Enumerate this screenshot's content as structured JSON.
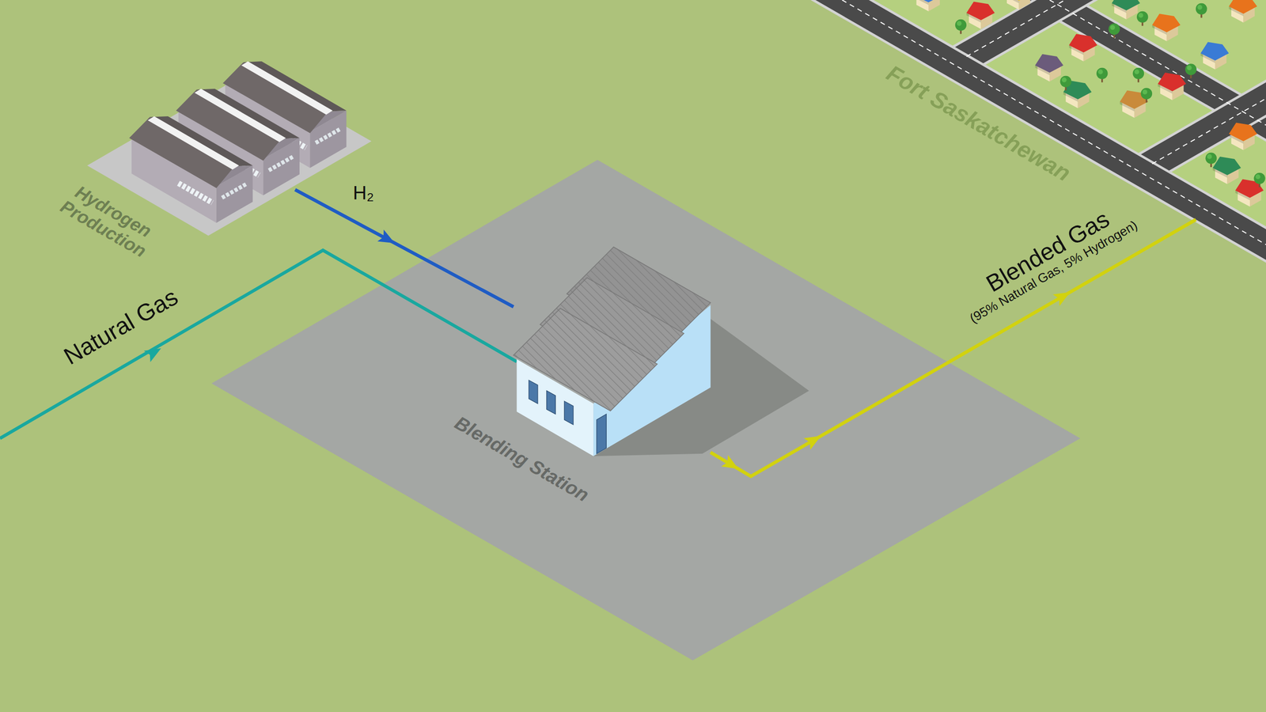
{
  "diagram": {
    "nodes": [
      {
        "text": [
          "Hydrogen Production"
        ]
      },
      {
        "text": [
          "Blending Station"
        ]
      },
      {
        "text": [
          "Fort Saskatchewan"
        ]
      }
    ],
    "edges": [
      {
        "from": 0,
        "to": 1,
        "label": "H₂",
        "arrow": "to"
      },
      {
        "from": 1,
        "to": 2,
        "label": "Blended Gas",
        "arrow": "to"
      }
    ],
    "labels": [
      "Natural Gas",
      "(95% Natural Gas, 5% Hydrogen)"
    ]
  }
}
